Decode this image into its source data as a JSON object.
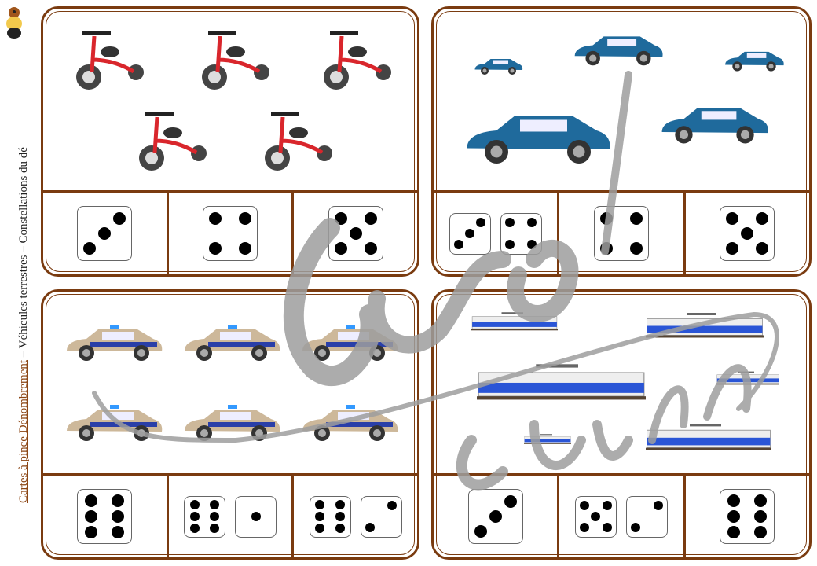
{
  "sidebar": {
    "title_link": "Cartes à pince Dénombrement",
    "separator": " – ",
    "subtitle": "Véhicules terrestres",
    "separator2": " – ",
    "topic": "Constellations du dé",
    "logo_icon": "bee-mascot-icon"
  },
  "colors": {
    "border": "#7a3b10",
    "link": "#8b4513",
    "watermark": "#9e9e9e"
  },
  "watermark": {
    "line1": "Ludo",
    "line2": "Sur le fil"
  },
  "cards": [
    {
      "vehicle": "tricycle",
      "count": 5,
      "color": "#d9262c",
      "options": [
        {
          "dice": [
            3
          ]
        },
        {
          "dice": [
            4
          ]
        },
        {
          "dice": [
            5
          ]
        }
      ]
    },
    {
      "vehicle": "car",
      "count": 5,
      "color": "#1f6a9c",
      "options": [
        {
          "dice": [
            3,
            4
          ]
        },
        {
          "dice": [
            4
          ]
        },
        {
          "dice": [
            5
          ]
        }
      ]
    },
    {
      "vehicle": "police-car",
      "count": 6,
      "color": "#2a3fa8",
      "options": [
        {
          "dice": [
            6
          ]
        },
        {
          "dice": [
            6,
            1
          ]
        },
        {
          "dice": [
            6,
            2
          ]
        }
      ]
    },
    {
      "vehicle": "tram",
      "count": 6,
      "color": "#2a55d6",
      "options": [
        {
          "dice": [
            3
          ]
        },
        {
          "dice": [
            5,
            2
          ]
        },
        {
          "dice": [
            6
          ]
        }
      ]
    }
  ]
}
